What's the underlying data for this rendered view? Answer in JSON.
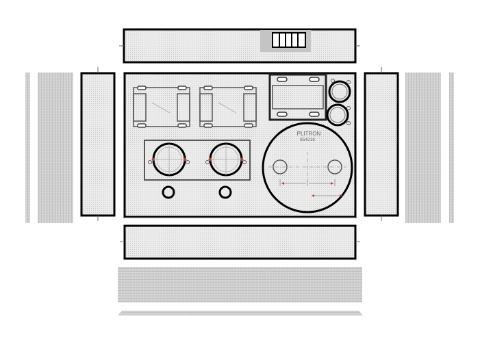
{
  "diagram": {
    "plate_brand": "PLITRON",
    "plate_part_number": "854218",
    "colors": {
      "outline": "#000000",
      "panel_fill": "#ebebeb",
      "panel_texture": "#cfcfcf",
      "shadow_fill": "#c9c9c9",
      "sketch": "#8a8a8a",
      "accent_red": "#c0392b"
    },
    "parts": [
      "top-panel",
      "left-side-panel",
      "right-side-panel",
      "main-base-plate",
      "front-panel",
      "bottom-plate"
    ]
  }
}
